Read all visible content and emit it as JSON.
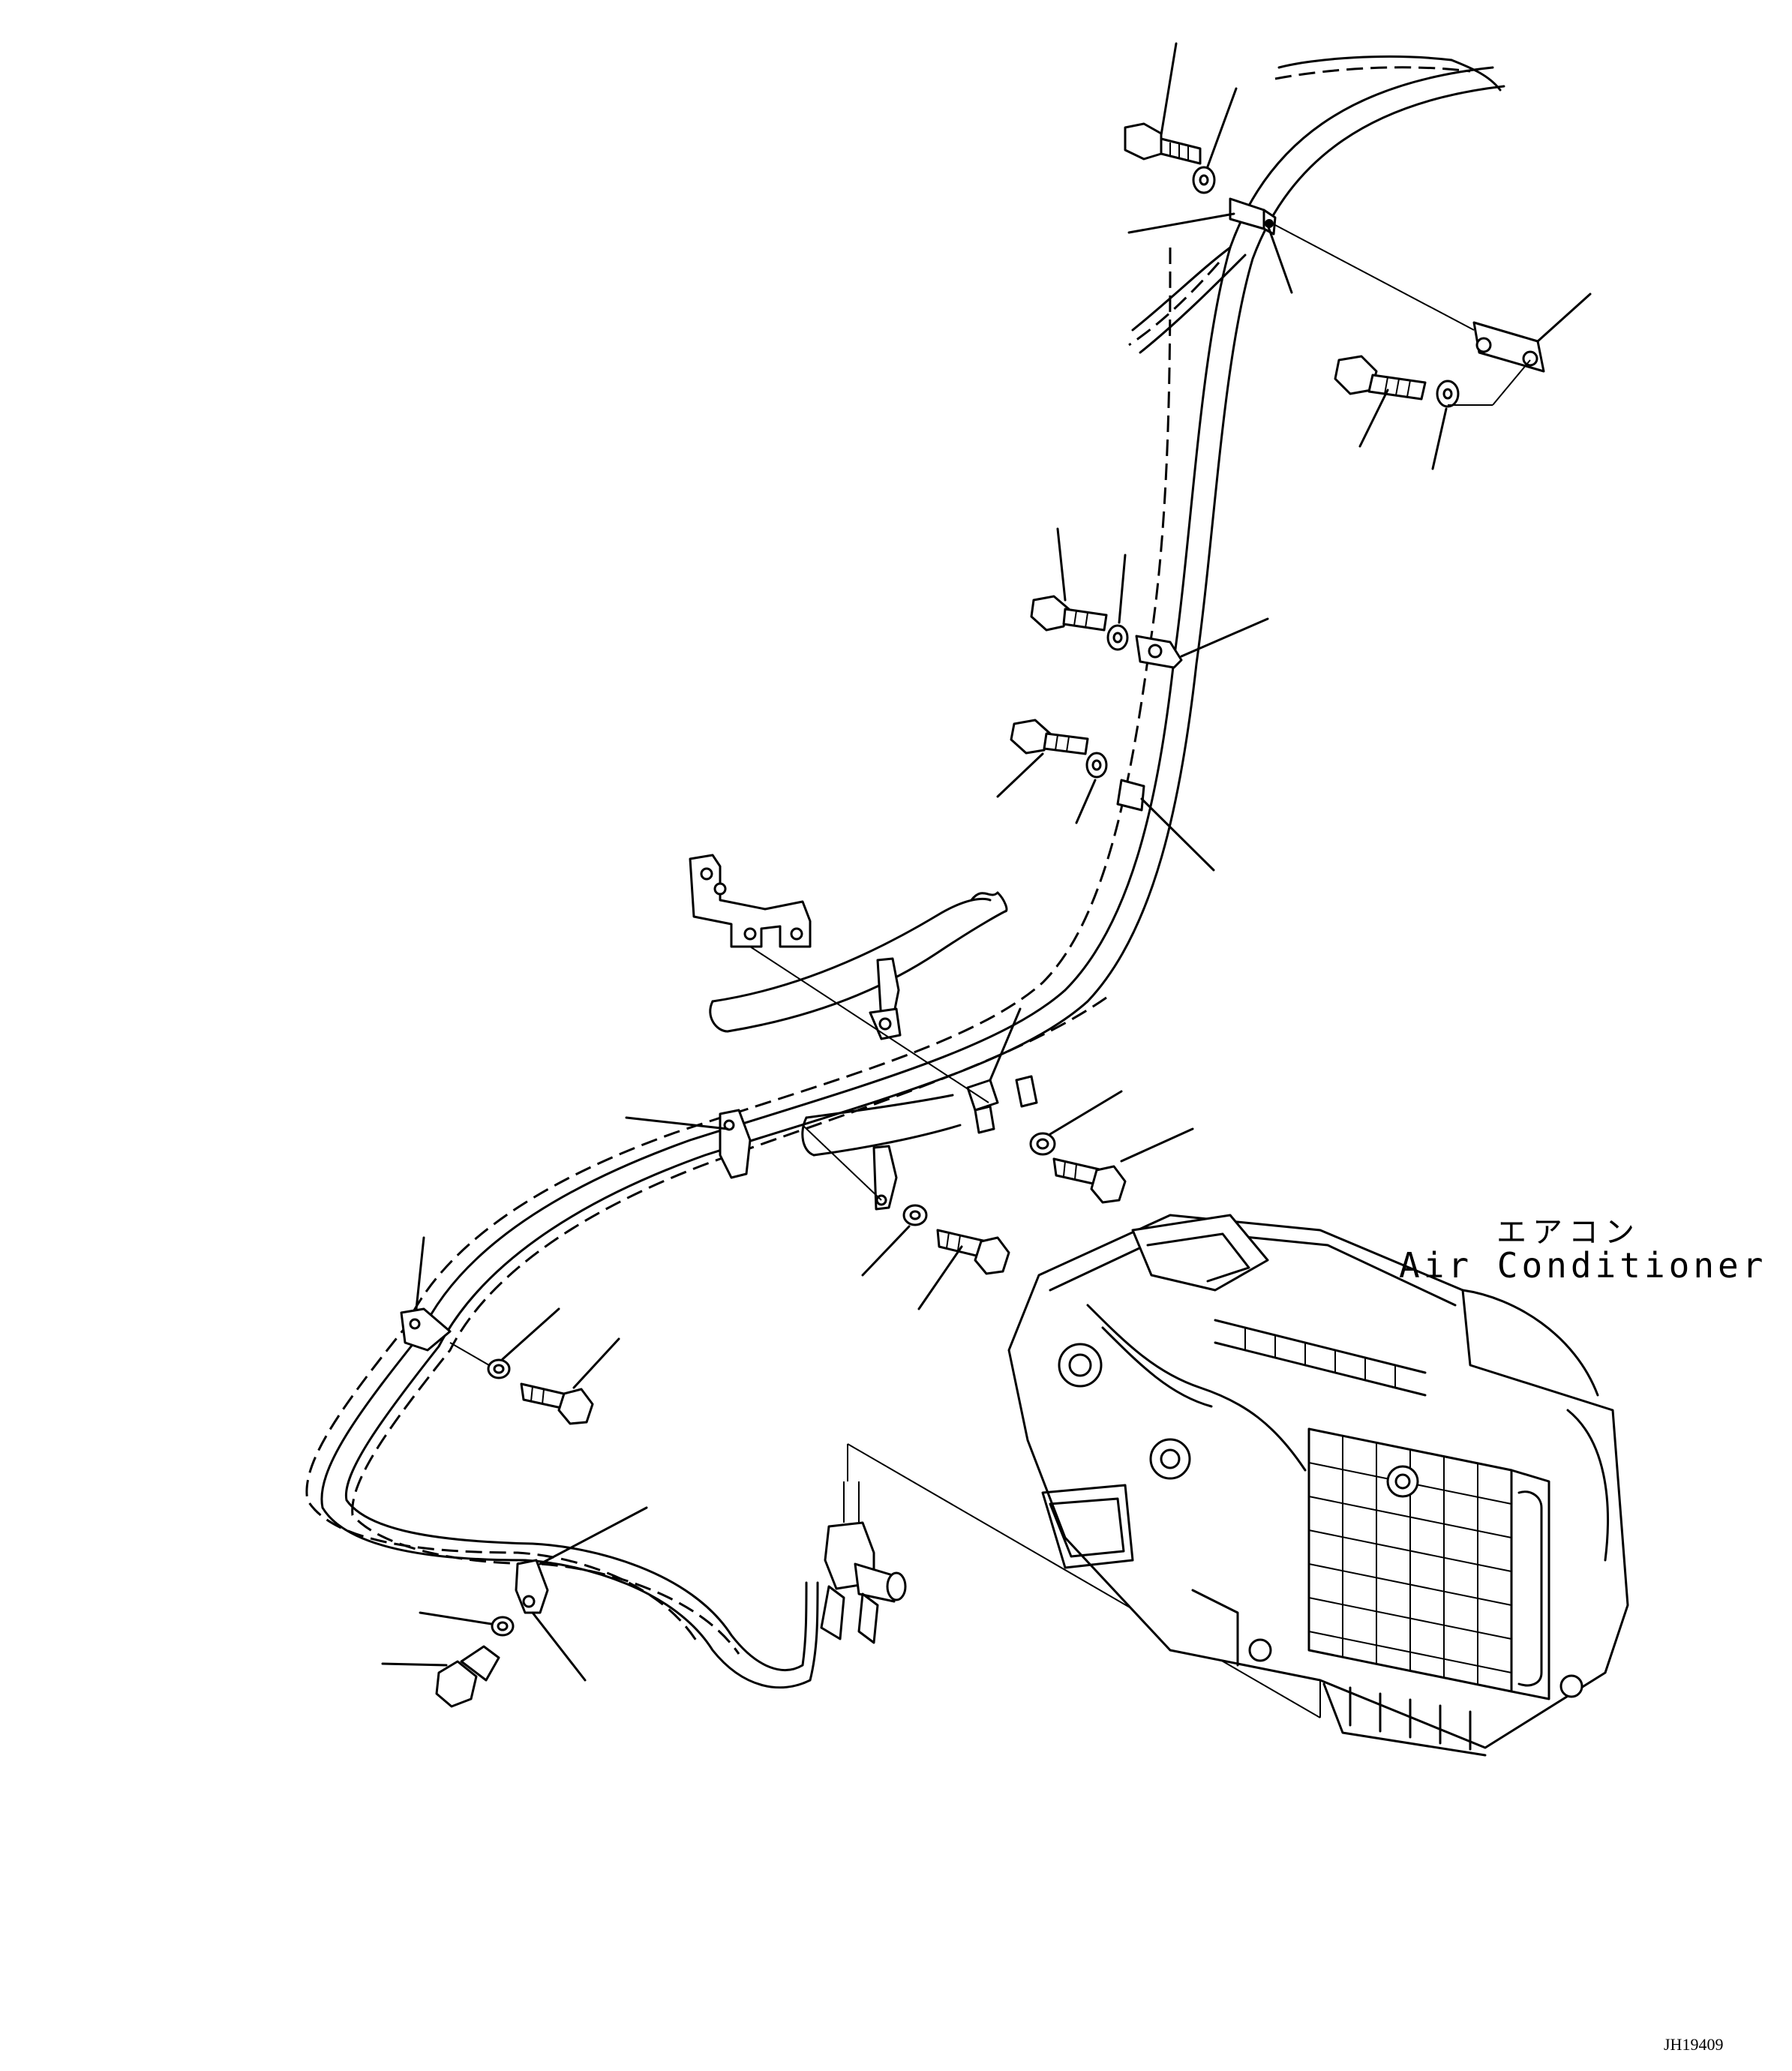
{
  "callout": {
    "label_ja": "エアコン",
    "label_en": "Air Conditioner"
  },
  "drawing_code": "JH19409",
  "colors": {
    "line": "#000000",
    "background": "#ffffff"
  }
}
